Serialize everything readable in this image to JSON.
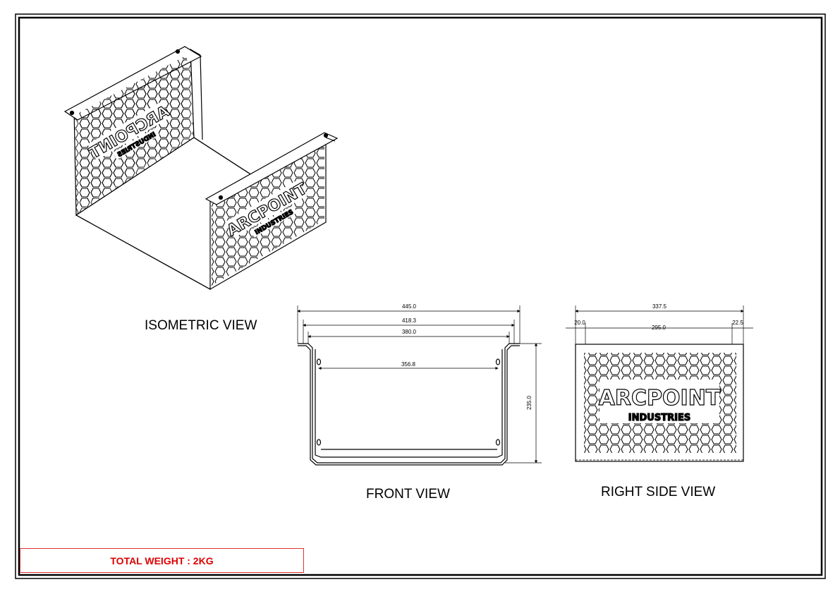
{
  "views": {
    "isometric_label": "ISOMETRIC VIEW",
    "front_label": "FRONT VIEW",
    "right_side_label": "RIGHT SIDE VIEW"
  },
  "dimensions": {
    "front": {
      "overall_width": "445.0",
      "inner_flange_width": "418.3",
      "body_width": "380.0",
      "hole_spacing": "356.8",
      "height": "235.0"
    },
    "side": {
      "overall_width": "337.5",
      "left_offset": "20.0",
      "hole_spacing": "295.0",
      "right_offset": "22.5"
    }
  },
  "logo": {
    "brand": "ARCPOINT",
    "sub": "INDUSTRIES"
  },
  "total_weight": "TOTAL WEIGHT : 2KG",
  "colors": {
    "border": "#000000",
    "weight_box_border": "#dd3333",
    "weight_text": "#dd0000"
  }
}
